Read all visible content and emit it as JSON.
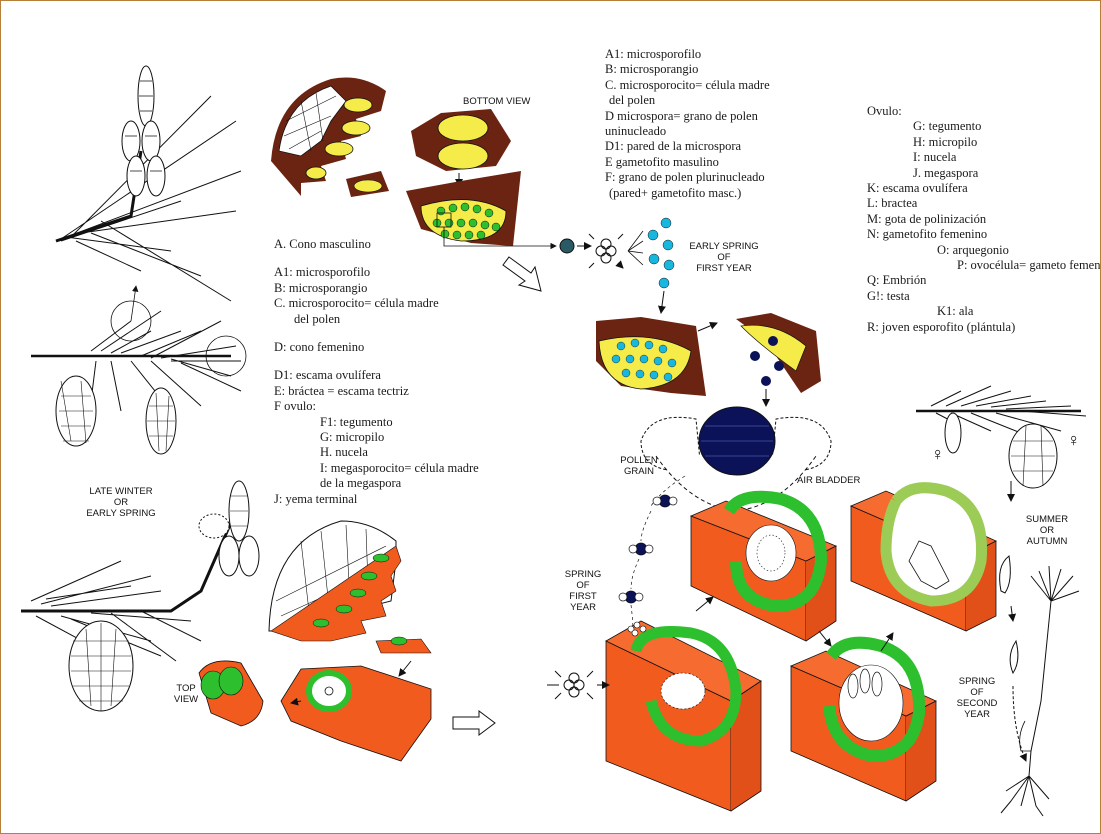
{
  "colors": {
    "frame": "#b7803a",
    "scale_brown": "#6b2412",
    "pollen_yellow": "#f5ec4a",
    "integument_green": "#2dbf2d",
    "nucellus_orange": "#f25b1e",
    "microspore_cyan": "#18b7df",
    "pollen_navy": "#0b1257",
    "integument_light": "#9ccc55"
  },
  "center_top_list": [
    "A1: microsporofilo",
    "B: microsporangio",
    "C. microsporocito= célula madre",
    "del polen",
    "D microspora= grano de polen",
    "uninucleado",
    "D1: pared de la microspora",
    "E  gametofito masulino",
    "F: grano de polen plurinucleado",
    "(pared+ gametofito masc.)"
  ],
  "left_list": {
    "a": "A. Cono masculino",
    "a1": "A1: microsporofilo",
    "b": "B: microsporangio",
    "c": "C. microsporocito= célula madre",
    "c2": "del polen",
    "d": "D: cono femenino",
    "d1": "D1: escama ovulífera",
    "e": "E: bráctea = escama tectriz",
    "f": "F ovulo:",
    "f1": "F1: tegumento",
    "g": "G: micropilo",
    "h": "H. nucela",
    "i": "I: megasporocito= célula madre",
    "i2": "de la megaspora",
    "j": "J: yema terminal"
  },
  "right_list": {
    "ovulo": "Ovulo:",
    "g": "G: tegumento",
    "h": "H: micropilo",
    "i": "I: nucela",
    "j": "J. megaspora",
    "k": "K: escama ovulífera",
    "l": "L: bractea",
    "m": "M: gota de polinización",
    "n": "N: gametofito femenino",
    "o": "O: arquegonio",
    "p": "P: ovocélula= gameto femenino",
    "q": "Q: Embrión",
    "g1": "G!: testa",
    "k1": "K1: ala",
    "r": "R: joven esporofito (plántula)"
  },
  "captions": {
    "bottom_view": "BOTTOM VIEW",
    "early_spring_1": "EARLY SPRING",
    "early_spring_2": "OF",
    "early_spring_3": "FIRST YEAR",
    "late_winter_1": "LATE WINTER",
    "late_winter_2": "OR",
    "late_winter_3": "EARLY SPRING",
    "pollen_1": "POLLEN",
    "pollen_2": "GRAIN",
    "air_bladder": "AIR BLADDER",
    "spring_first_1": "SPRING",
    "spring_first_2": "OF",
    "spring_first_3": "FIRST",
    "spring_first_4": "YEAR",
    "summer_1": "SUMMER",
    "summer_2": "OR",
    "summer_3": "AUTUMN",
    "spring_second_1": "SPRING",
    "spring_second_2": "OF",
    "spring_second_3": "SECOND",
    "spring_second_4": "YEAR",
    "top_view_1": "TOP",
    "top_view_2": "VIEW"
  },
  "symbols": {
    "female": "♀"
  }
}
